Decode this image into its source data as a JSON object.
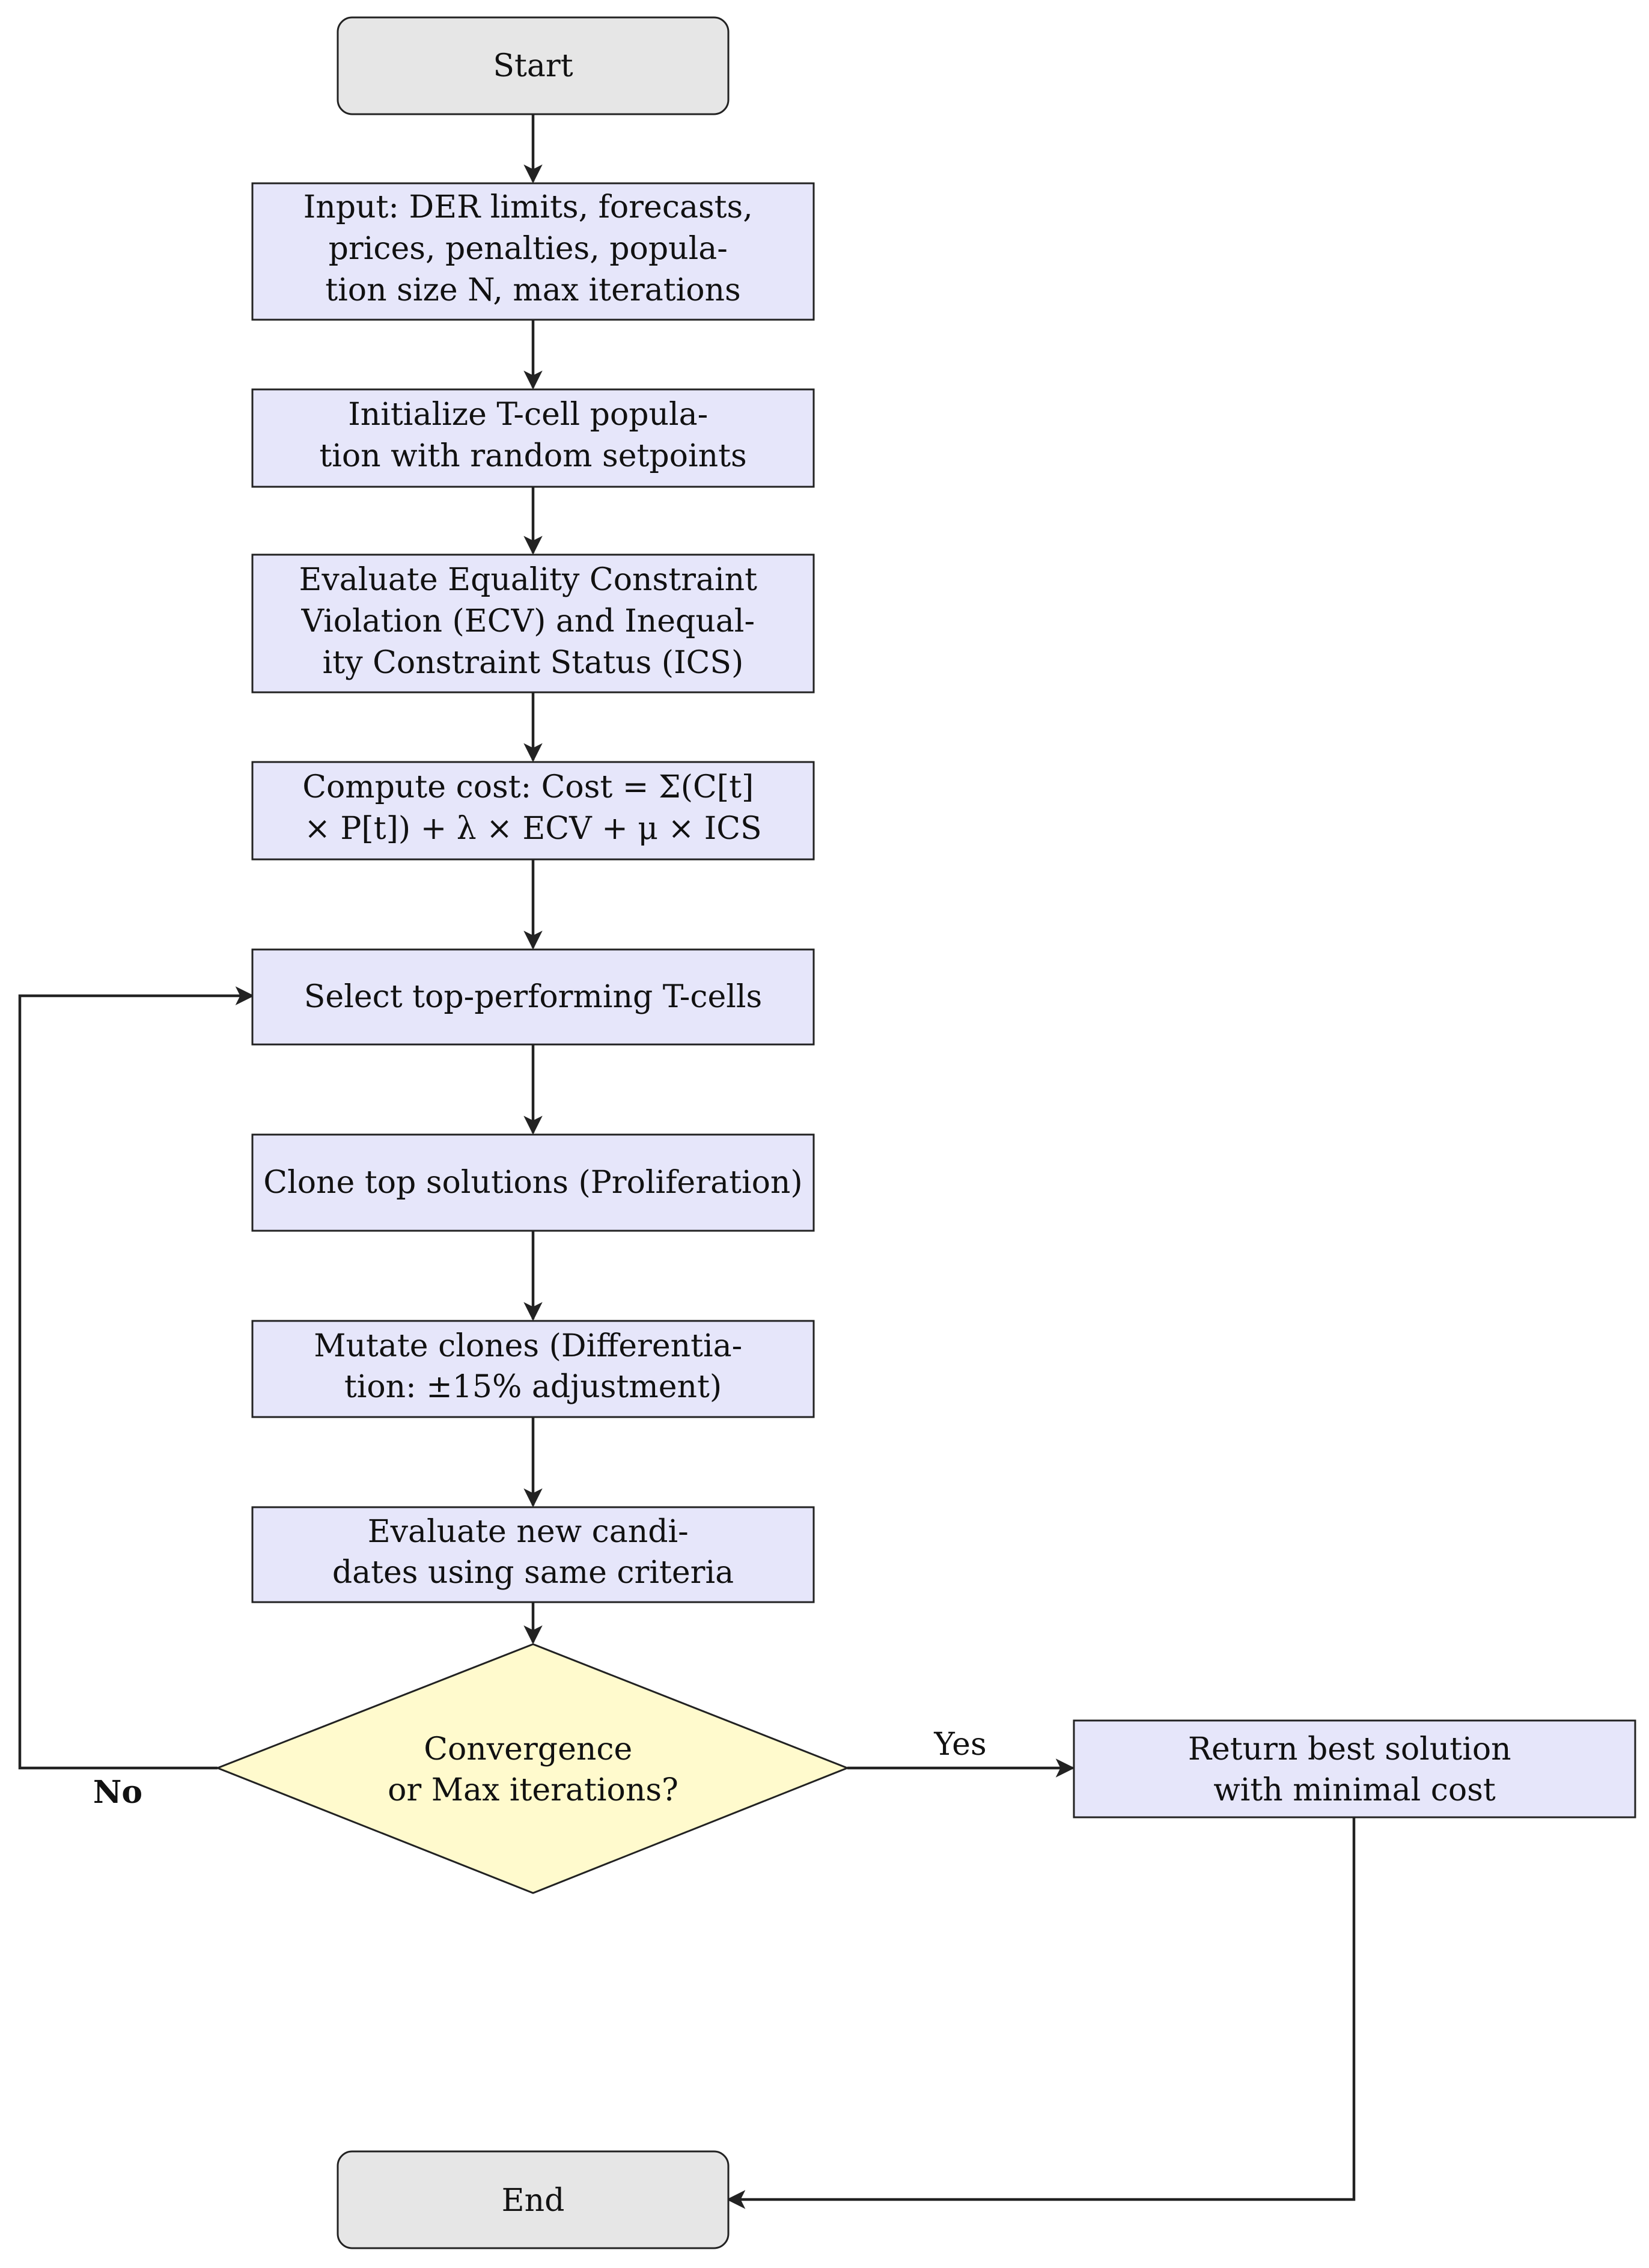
{
  "flowchart": {
    "start": {
      "label": "Start"
    },
    "steps": [
      {
        "lines": [
          "Input: DER limits, forecasts,",
          "prices, penalties, popula-",
          "tion size N, max iterations"
        ]
      },
      {
        "lines": [
          "Initialize T-cell popula-",
          "tion with random setpoints"
        ]
      },
      {
        "lines": [
          "Evaluate Equality Constraint",
          "Violation (ECV) and Inequal-",
          "ity Constraint Status (ICS)"
        ]
      },
      {
        "lines": [
          "Compute cost: Cost = Σ(C[t]",
          "× P[t]) + λ × ECV + μ × ICS"
        ]
      },
      {
        "lines": [
          "Select top-performing T-cells"
        ]
      },
      {
        "lines": [
          "Clone top solutions (Proliferation)"
        ]
      },
      {
        "lines": [
          "Mutate clones (Differentia-",
          "tion: ±15% adjustment)"
        ]
      },
      {
        "lines": [
          "Evaluate new candi-",
          "dates using same criteria"
        ]
      }
    ],
    "decision": {
      "lines": [
        "Convergence",
        "or Max iterations?"
      ]
    },
    "yes_label": "Yes",
    "no_label": "No",
    "result": {
      "lines": [
        "Return best solution",
        "with minimal cost"
      ]
    },
    "end": {
      "label": "End"
    }
  },
  "colors": {
    "process_fill": "#e6e6fa",
    "terminal_fill": "#e6e6e6",
    "decision_fill": "#fffacd",
    "stroke": "#222222"
  }
}
